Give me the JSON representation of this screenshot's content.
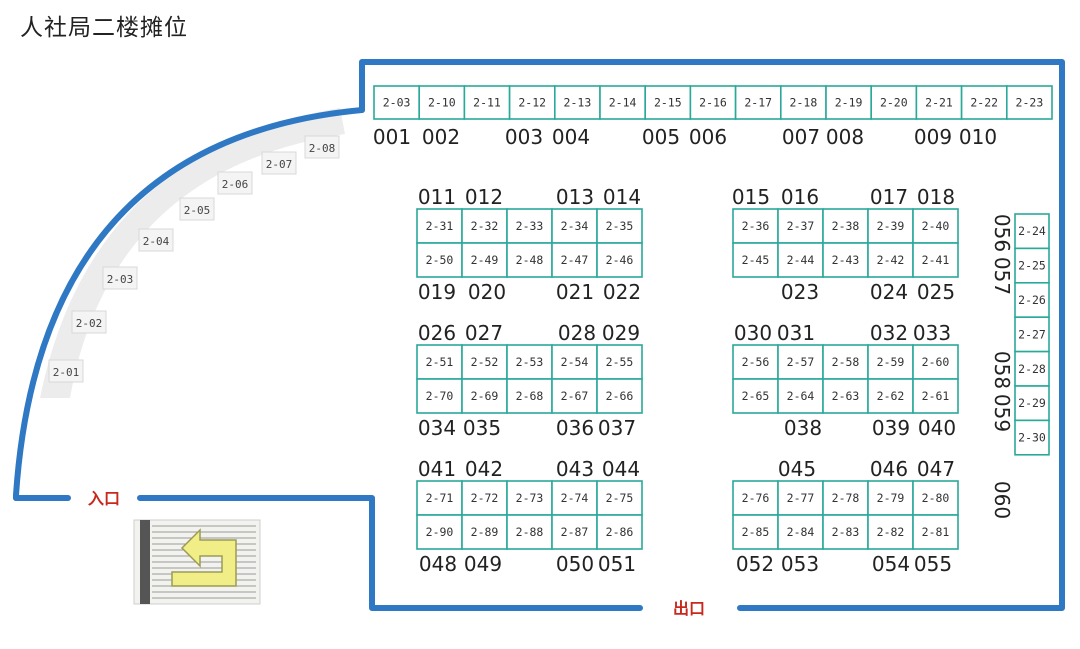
{
  "title": "人社局二楼摊位",
  "colors": {
    "wall": "#2f78c4",
    "stall_border": "#2aa99a",
    "door_text": "#c8281e"
  },
  "doors": {
    "entrance": "入口",
    "exit": "出口"
  },
  "icons": [
    "stairs-icon"
  ],
  "arc_stalls": [
    "2-01",
    "2-02",
    "2-03",
    "2-04",
    "2-05",
    "2-06",
    "2-07",
    "2-08"
  ],
  "stalls": {
    "top_row": [
      "2-03",
      "2-10",
      "2-11",
      "2-12",
      "2-13",
      "2-14",
      "2-15",
      "2-16",
      "2-17",
      "2-18",
      "2-19",
      "2-20",
      "2-21",
      "2-22",
      "2-23"
    ],
    "right_col": [
      "2-24",
      "2-25",
      "2-26",
      "2-27",
      "2-28",
      "2-29",
      "2-30"
    ],
    "blocks": [
      {
        "top": [
          "2-31",
          "2-32",
          "2-33",
          "2-34",
          "2-35"
        ],
        "bottom": [
          "2-50",
          "2-49",
          "2-48",
          "2-47",
          "2-46"
        ]
      },
      {
        "top": [
          "2-36",
          "2-37",
          "2-38",
          "2-39",
          "2-40"
        ],
        "bottom": [
          "2-45",
          "2-44",
          "2-43",
          "2-42",
          "2-41"
        ]
      },
      {
        "top": [
          "2-51",
          "2-52",
          "2-53",
          "2-54",
          "2-55"
        ],
        "bottom": [
          "2-70",
          "2-69",
          "2-68",
          "2-67",
          "2-66"
        ]
      },
      {
        "top": [
          "2-56",
          "2-57",
          "2-58",
          "2-59",
          "2-60"
        ],
        "bottom": [
          "2-65",
          "2-64",
          "2-63",
          "2-62",
          "2-61"
        ]
      },
      {
        "top": [
          "2-71",
          "2-72",
          "2-73",
          "2-74",
          "2-75"
        ],
        "bottom": [
          "2-90",
          "2-89",
          "2-88",
          "2-87",
          "2-86"
        ]
      },
      {
        "top": [
          "2-76",
          "2-77",
          "2-78",
          "2-79",
          "2-80"
        ],
        "bottom": [
          "2-85",
          "2-84",
          "2-83",
          "2-82",
          "2-81"
        ]
      }
    ]
  },
  "booth_numbers": {
    "top_row": [
      "001",
      "002",
      "003",
      "004",
      "005",
      "006",
      "007",
      "008",
      "009",
      "010"
    ],
    "blocks": [
      {
        "above": [
          "011",
          "012",
          "013",
          "014"
        ],
        "below": [
          "019",
          "020",
          "021",
          "022"
        ]
      },
      {
        "above": [
          "015",
          "016",
          "017",
          "018"
        ],
        "below": [
          "023",
          "024",
          "025"
        ]
      },
      {
        "above": [
          "026",
          "027",
          "028",
          "029"
        ],
        "below": [
          "034",
          "035",
          "036",
          "037"
        ]
      },
      {
        "above": [
          "030",
          "031",
          "032",
          "033"
        ],
        "below": [
          "038",
          "039",
          "040"
        ]
      },
      {
        "above": [
          "041",
          "042",
          "043",
          "044"
        ],
        "below": [
          "048",
          "049",
          "050",
          "051"
        ]
      },
      {
        "above": [
          "045",
          "046",
          "047"
        ],
        "below": [
          "052",
          "053",
          "054",
          "055"
        ]
      }
    ],
    "right_col": [
      "056",
      "057",
      "058",
      "059",
      "060"
    ]
  }
}
